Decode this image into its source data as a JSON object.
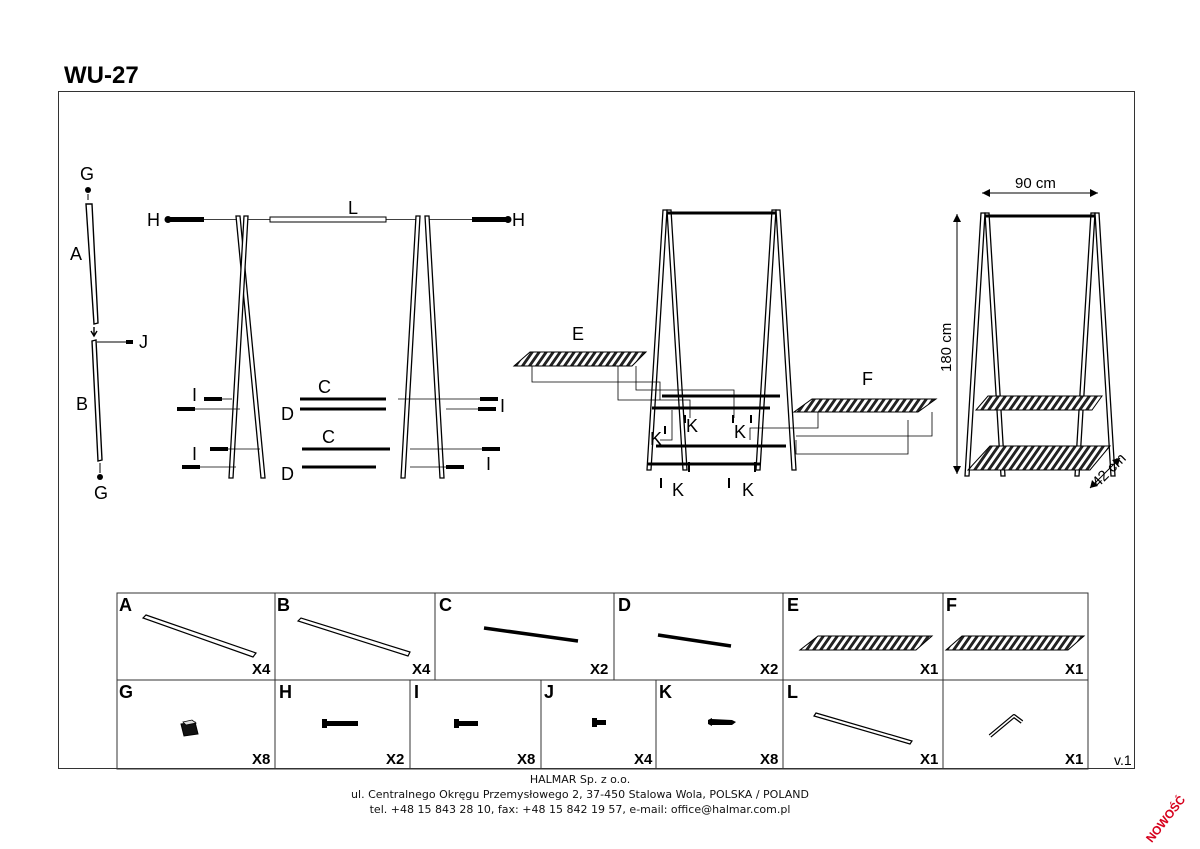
{
  "document": {
    "title": "WU-27",
    "version": "v.1"
  },
  "labels": {
    "A": "A",
    "B": "B",
    "C": "C",
    "D": "D",
    "E": "E",
    "F": "F",
    "G": "G",
    "H": "H",
    "I": "I",
    "J": "J",
    "K": "K",
    "L": "L"
  },
  "dimensions": {
    "width": "90 cm",
    "height": "180 cm",
    "depth": "42 cm"
  },
  "parts": [
    {
      "letter": "A",
      "qty": "X4"
    },
    {
      "letter": "B",
      "qty": "X4"
    },
    {
      "letter": "C",
      "qty": "X2"
    },
    {
      "letter": "D",
      "qty": "X2"
    },
    {
      "letter": "E",
      "qty": "X1"
    },
    {
      "letter": "F",
      "qty": "X1"
    },
    {
      "letter": "G",
      "qty": "X8"
    },
    {
      "letter": "H",
      "qty": "X2"
    },
    {
      "letter": "I",
      "qty": "X8"
    },
    {
      "letter": "J",
      "qty": "X4"
    },
    {
      "letter": "K",
      "qty": "X8"
    },
    {
      "letter": "L",
      "qty": "X1"
    },
    {
      "letter": "",
      "qty": "X1"
    }
  ],
  "footer": {
    "company": "HALMAR Sp. z o.o.",
    "address": "ul. Centralnego Okręgu Przemysłowego 2, 37-450 Stalowa Wola, POLSKA / POLAND",
    "contact": "tel. +48 15 843 28 10, fax: +48 15 842 19 57, e-mail: office@halmar.com.pl"
  },
  "stamp": "NOWOŚĆ"
}
